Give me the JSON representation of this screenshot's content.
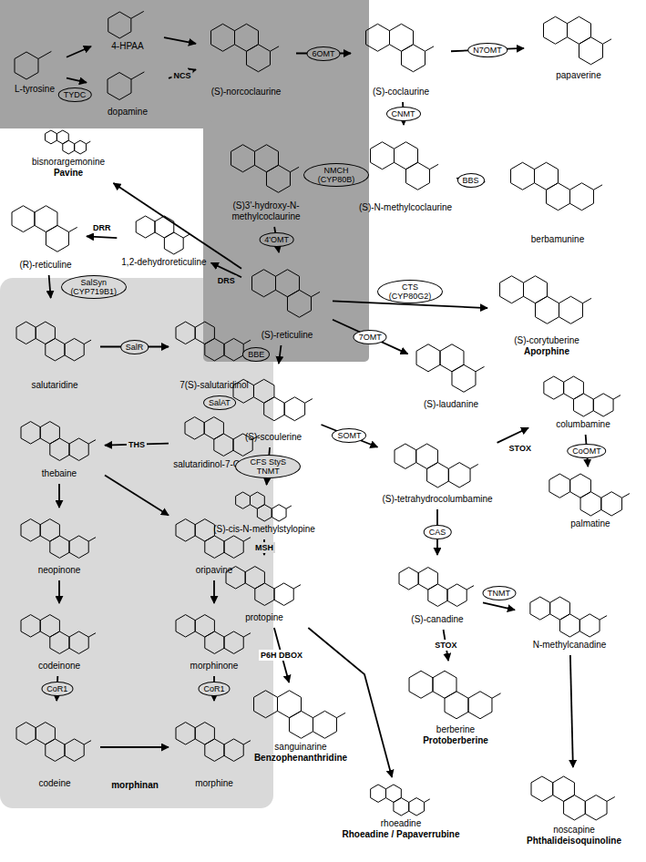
{
  "diagram": {
    "nodes": [
      {
        "text": [
          "L-tyrosine"
        ]
      },
      {
        "text": [
          "4-HPAA"
        ]
      },
      {
        "text": [
          "dopamine"
        ]
      },
      {
        "text": [
          "(S)-norcoclaurine"
        ]
      },
      {
        "text": [
          "(S)-coclaurine"
        ]
      },
      {
        "text": [
          "papaverine"
        ]
      },
      {
        "text": [
          "(S)-N-methylcoclaurine"
        ]
      },
      {
        "text": [
          "(S)3'-hydroxy-N-methylcoclaurine"
        ]
      },
      {
        "text": [
          "berbamunine"
        ]
      },
      {
        "text": [
          "(S)-reticuline"
        ]
      },
      {
        "text": [
          "bisnorargemonine",
          "Pavine"
        ]
      },
      {
        "text": [
          "1,2-dehydroreticuline"
        ]
      },
      {
        "text": [
          "(R)-reticuline"
        ]
      },
      {
        "text": [
          "(S)-corytuberine",
          "Aporphine"
        ]
      },
      {
        "text": [
          "(S)-laudanine"
        ]
      },
      {
        "text": [
          "salutaridine"
        ]
      },
      {
        "text": [
          "7(S)-salutaridinol"
        ]
      },
      {
        "text": [
          "salutaridinol-7-O-acetate"
        ]
      },
      {
        "text": [
          "thebaine"
        ]
      },
      {
        "text": [
          "neopinone"
        ]
      },
      {
        "text": [
          "oripavine"
        ]
      },
      {
        "text": [
          "codeinone"
        ]
      },
      {
        "text": [
          "morphinone"
        ]
      },
      {
        "text": [
          "codeine"
        ]
      },
      {
        "text": [
          "morphine"
        ]
      },
      {
        "text": [
          "(S)-scoulerine"
        ]
      },
      {
        "text": [
          "(S)-cis-N-methylstylopine"
        ]
      },
      {
        "text": [
          "(S)-tetrahydrocolumbamine"
        ]
      },
      {
        "text": [
          "columbamine"
        ]
      },
      {
        "text": [
          "palmatine"
        ]
      },
      {
        "text": [
          "protopine"
        ]
      },
      {
        "text": [
          "(S)-canadine"
        ]
      },
      {
        "text": [
          "N-methylcanadine"
        ]
      },
      {
        "text": [
          "sanguinarine",
          "Benzophenanthridine"
        ]
      },
      {
        "text": [
          "berberine",
          "Protoberberine"
        ]
      },
      {
        "text": [
          "rhoeadine",
          "Rhoeadine / Papaverrubine"
        ]
      },
      {
        "text": [
          "noscapine",
          "Phthalideisoquinoline"
        ]
      }
    ],
    "edges": [
      {
        "from": 0,
        "to": 1,
        "arrow": "to"
      },
      {
        "from": 0,
        "to": 2,
        "label": "TYDC",
        "arrow": "to"
      },
      {
        "from": 1,
        "to": 3,
        "arrow": "to"
      },
      {
        "from": 2,
        "to": 3,
        "label": "NCS",
        "arrow": "to"
      },
      {
        "from": 3,
        "to": 4,
        "label": "6OMT",
        "arrow": "to"
      },
      {
        "from": 4,
        "to": 5,
        "label": "N7OMT",
        "arrow": "to"
      },
      {
        "from": 4,
        "to": 6,
        "label": "CNMT",
        "arrow": "to"
      },
      {
        "from": 6,
        "to": 7,
        "label": "NMCH (CYP80B)",
        "arrow": "to"
      },
      {
        "from": 6,
        "to": 8,
        "label": "BBS",
        "arrow": "to"
      },
      {
        "from": 7,
        "to": 9,
        "label": "4'OMT",
        "arrow": "to"
      },
      {
        "from": 9,
        "to": 10,
        "arrow": "to"
      },
      {
        "from": 9,
        "to": 11,
        "label": "DRS",
        "arrow": "to"
      },
      {
        "from": 11,
        "to": 12,
        "label": "DRR",
        "arrow": "to"
      },
      {
        "from": 12,
        "to": 15,
        "label": "SalSyn (CYP719B1)",
        "arrow": "to"
      },
      {
        "from": 15,
        "to": 16,
        "label": "SalR",
        "arrow": "to"
      },
      {
        "from": 16,
        "to": 17,
        "label": "SalAT",
        "arrow": "to"
      },
      {
        "from": 17,
        "to": 18,
        "label": "THS",
        "arrow": "to"
      },
      {
        "from": 18,
        "to": 19,
        "arrow": "to"
      },
      {
        "from": 18,
        "to": 20,
        "arrow": "to"
      },
      {
        "from": 19,
        "to": 21,
        "arrow": "to"
      },
      {
        "from": 20,
        "to": 22,
        "arrow": "to"
      },
      {
        "from": 21,
        "to": 23,
        "label": "CoR1",
        "arrow": "to"
      },
      {
        "from": 22,
        "to": 24,
        "label": "CoR1",
        "arrow": "to"
      },
      {
        "from": 23,
        "to": 24,
        "arrow": "to"
      },
      {
        "from": 9,
        "to": 13,
        "label": "CTS (CYP80G2)",
        "arrow": "to"
      },
      {
        "from": 9,
        "to": 14,
        "label": "7OMT",
        "arrow": "to"
      },
      {
        "from": 9,
        "to": 25,
        "label": "BBE",
        "arrow": "to"
      },
      {
        "from": 25,
        "to": 26,
        "label": "CFS StyS TNMT",
        "arrow": "to"
      },
      {
        "from": 25,
        "to": 27,
        "label": "SOMT",
        "arrow": "to"
      },
      {
        "from": 27,
        "to": 28,
        "label": "STOX",
        "arrow": "to"
      },
      {
        "from": 28,
        "to": 29,
        "label": "CoOMT",
        "arrow": "to"
      },
      {
        "from": 27,
        "to": 31,
        "label": "CAS",
        "arrow": "to"
      },
      {
        "from": 31,
        "to": 34,
        "label": "STOX",
        "arrow": "to"
      },
      {
        "from": 31,
        "to": 32,
        "label": "TNMT",
        "arrow": "to"
      },
      {
        "from": 32,
        "to": 36,
        "arrow": "to"
      },
      {
        "from": 26,
        "to": 30,
        "label": "MSH",
        "arrow": "to"
      },
      {
        "from": 30,
        "to": 33,
        "label": "P6H DBOX",
        "arrow": "to"
      },
      {
        "from": 30,
        "to": 35,
        "arrow": "to"
      }
    ],
    "labels": [
      "morphinan"
    ]
  }
}
